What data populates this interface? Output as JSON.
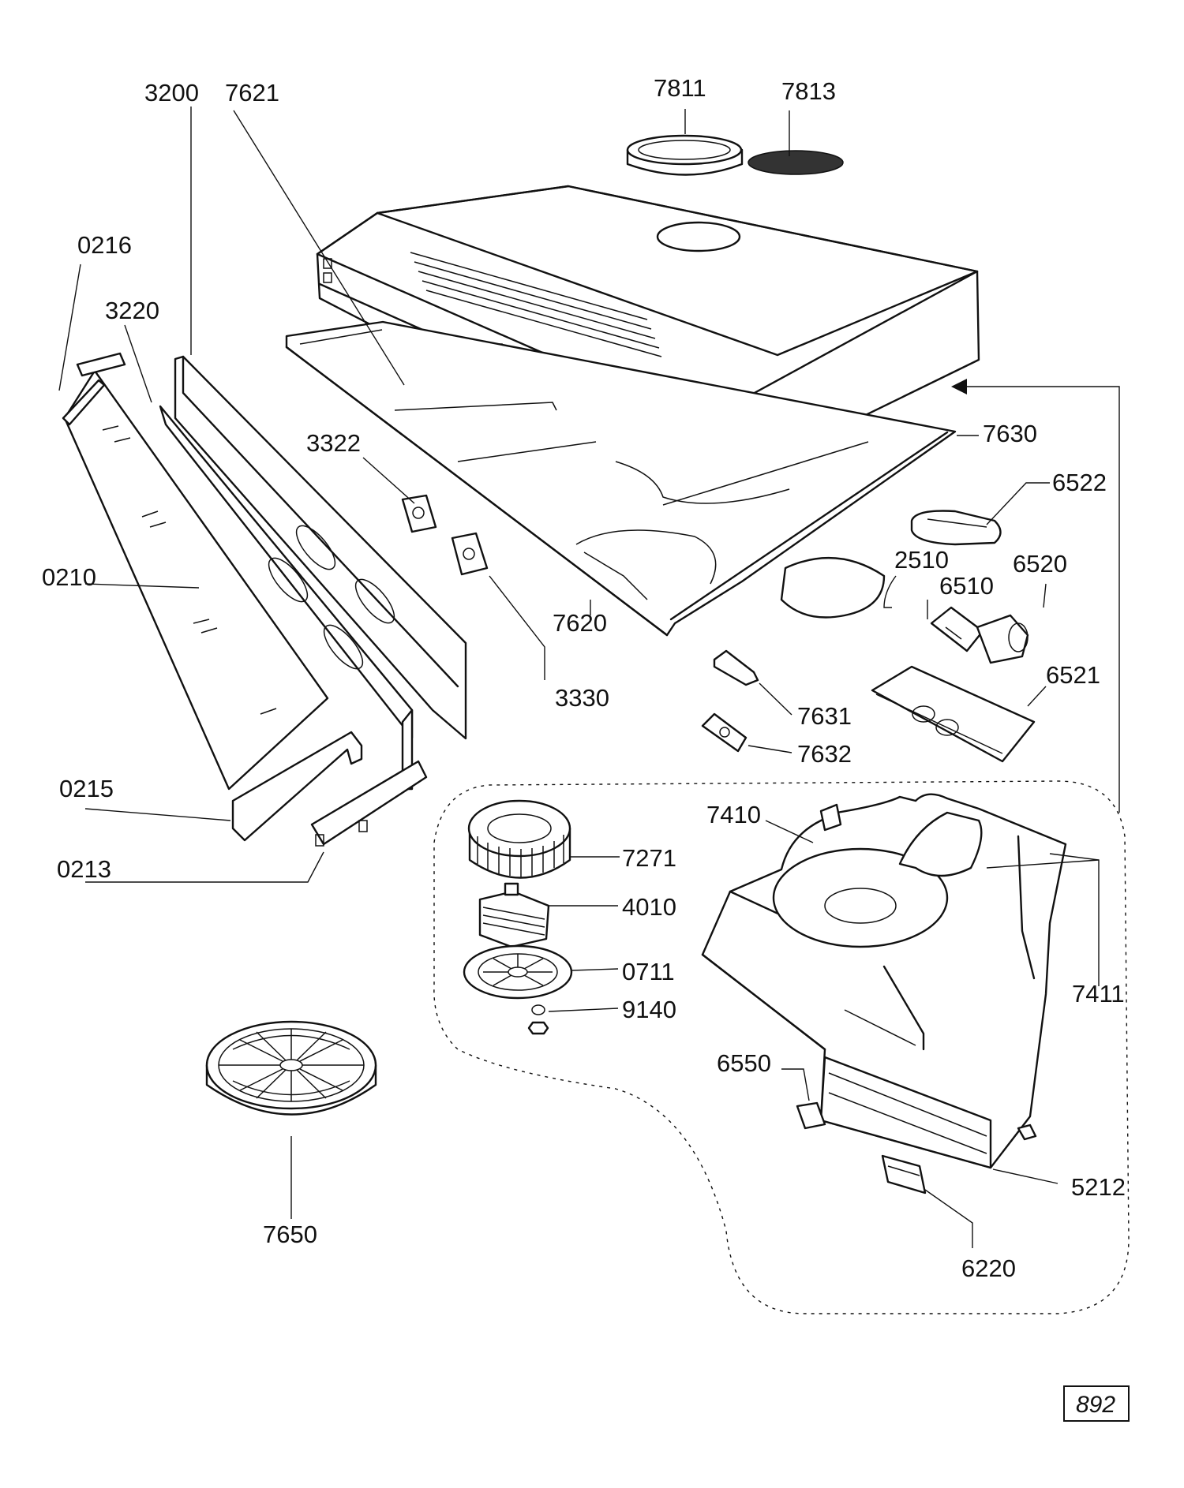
{
  "diagram": {
    "page_number": "892",
    "labels": {
      "p3200": "3200",
      "p7621": "7621",
      "p7811": "7811",
      "p7813": "7813",
      "p0216": "0216",
      "p3220": "3220",
      "p3322": "3322",
      "p7630": "7630",
      "p6522": "6522",
      "p2510": "2510",
      "p6510": "6510",
      "p6520": "6520",
      "p0210": "0210",
      "p7620": "7620",
      "p3330": "3330",
      "p6521": "6521",
      "p7631": "7631",
      "p7632": "7632",
      "p0215": "0215",
      "p7410": "7410",
      "p7271": "7271",
      "p0213": "0213",
      "p4010": "4010",
      "p0711": "0711",
      "p7411": "7411",
      "p9140": "9140",
      "p6550": "6550",
      "p5212": "5212",
      "p7650": "7650",
      "p6220": "6220"
    }
  }
}
